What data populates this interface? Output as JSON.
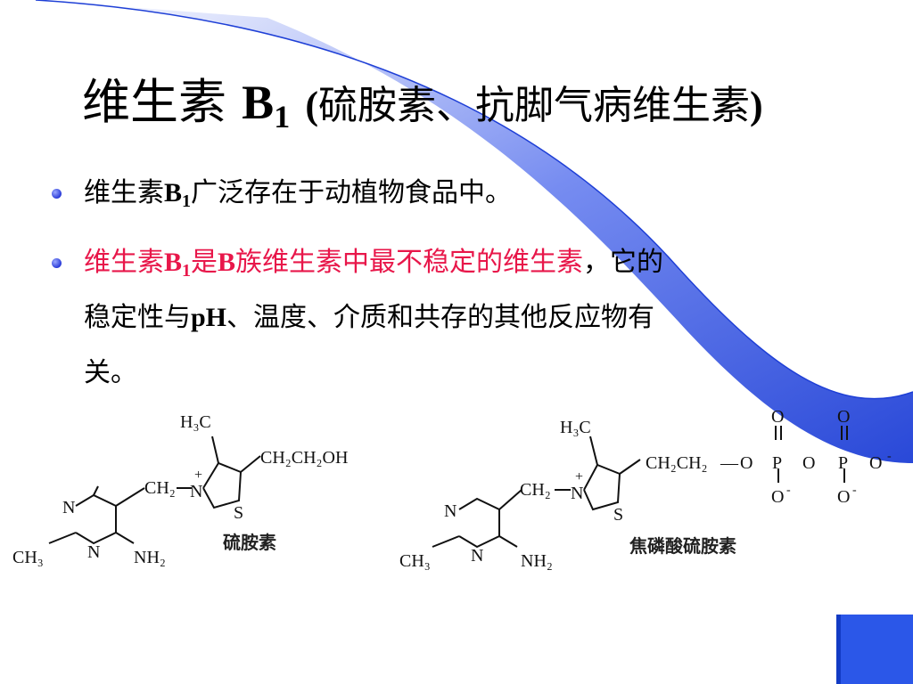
{
  "slide": {
    "title": {
      "main": "维生素",
      "b": "B",
      "b_sub": "1",
      "paren_open": "(",
      "paren_text": "硫胺素、抗脚气病维生素",
      "paren_close": ")"
    },
    "bullets": [
      {
        "prefix": "维生素",
        "b": "B",
        "b_sub": "1",
        "text": "广泛存在于动植物食品中。"
      },
      {
        "red_prefix": "维生素",
        "red_b": "B",
        "red_b_sub": "1",
        "red_mid": "是",
        "red_b2": "B",
        "red_rest": "族维生素中最不稳定的维生素",
        "black_rest_line1": "，它的",
        "line2_a": "稳定性与",
        "line2_ph": "pH",
        "line2_b": "、温度、介质和共存的其他反应物有",
        "line3": "关。"
      }
    ]
  },
  "structures": {
    "left": {
      "caption": "硫胺素",
      "labels": {
        "h3c": "H₃C",
        "side_chain": "CH₂CH₂OH",
        "ch2": "CH₂",
        "n_plus": "N",
        "plus": "+",
        "s": "S",
        "n_top": "N",
        "n_bottom": "N",
        "ch3": "CH₃",
        "nh2": "NH₂"
      }
    },
    "right": {
      "caption": "焦磷酸硫胺素",
      "labels": {
        "h3c": "H₃C",
        "side_chain": "CH₂CH₂",
        "o_link": "O",
        "p1": "P",
        "o_mid": "O",
        "p2": "P",
        "o_end": "O",
        "o_top1": "O",
        "o_top2": "O",
        "o_bot1": "O",
        "o_bot2": "O",
        "minus": "-",
        "dash": "—",
        "ch2": "CH₂",
        "n_plus": "N",
        "plus": "+",
        "s": "S",
        "n_top": "N",
        "n_bottom": "N",
        "ch3": "CH₃",
        "nh2": "NH₂"
      }
    }
  },
  "colors": {
    "accent_blue": "#1e3fd6",
    "emphasis_red": "#e8174a"
  }
}
